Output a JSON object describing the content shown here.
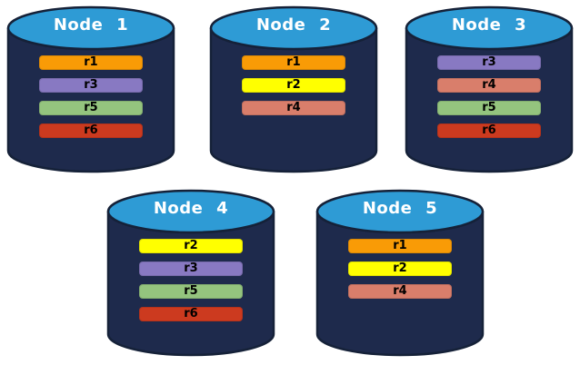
{
  "background": "#FFFFFF",
  "cylinder": {
    "body_color": "#1E2A4C",
    "top_color": "#2E9BD5",
    "outline_color": "#152138",
    "title_color": "#FFFFFF",
    "label_color": "#000000"
  },
  "partition_colors": {
    "r1": "#F99B06",
    "r2": "#FFFF00",
    "r3": "#8879C2",
    "r4": "#D97E6B",
    "r5": "#94C47E",
    "r6": "#CC3A1F"
  },
  "nodes": [
    {
      "title": "Node 1",
      "partitions": [
        {
          "id": "r1",
          "label": "r1"
        },
        {
          "id": "r3",
          "label": "r3"
        },
        {
          "id": "r5",
          "label": "r5"
        },
        {
          "id": "r6",
          "label": "r6"
        }
      ]
    },
    {
      "title": "Node 2",
      "partitions": [
        {
          "id": "r1",
          "label": "r1"
        },
        {
          "id": "r2",
          "label": "r2"
        },
        {
          "id": "r4",
          "label": "r4"
        }
      ]
    },
    {
      "title": "Node 3",
      "partitions": [
        {
          "id": "r3",
          "label": "r3"
        },
        {
          "id": "r4",
          "label": "r4"
        },
        {
          "id": "r5",
          "label": "r5"
        },
        {
          "id": "r6",
          "label": "r6"
        }
      ]
    },
    {
      "title": "Node 4",
      "partitions": [
        {
          "id": "r2",
          "label": "r2"
        },
        {
          "id": "r3",
          "label": "r3"
        },
        {
          "id": "r5",
          "label": "r5"
        },
        {
          "id": "r6",
          "label": "r6"
        }
      ]
    },
    {
      "title": "Node 5",
      "partitions": [
        {
          "id": "r1",
          "label": "r1"
        },
        {
          "id": "r2",
          "label": "r2"
        },
        {
          "id": "r4",
          "label": "r4"
        }
      ]
    }
  ]
}
